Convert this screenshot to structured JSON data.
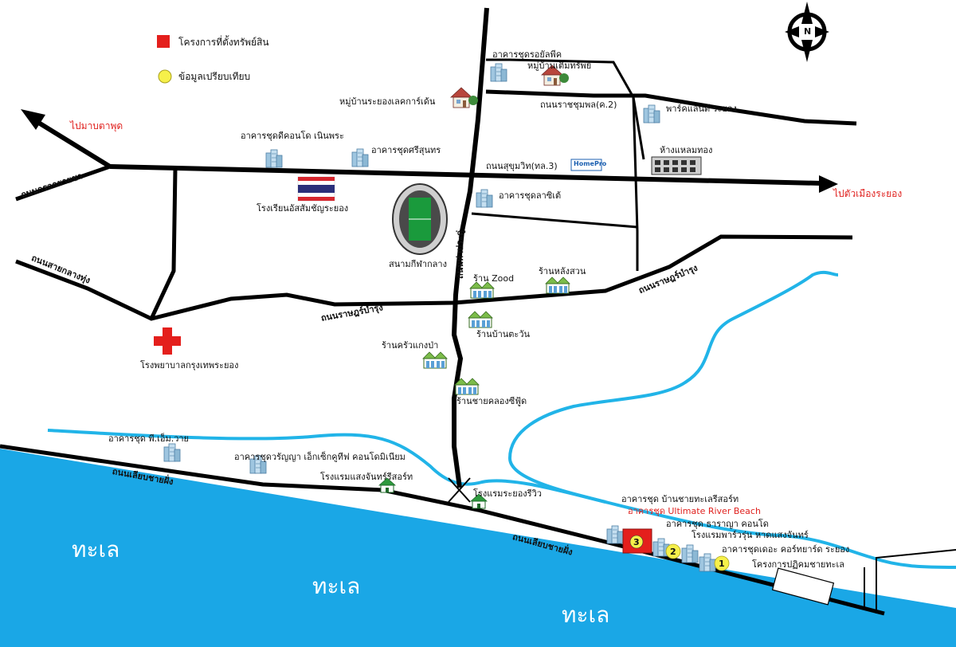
{
  "legend": {
    "project_label": "โครงการที่ตั้งทรัพย์สิน",
    "compare_label": "ข้อมูลเปรียบเทียบ"
  },
  "compass": {
    "letter": "N"
  },
  "directions": {
    "to_map_ta_phut": "ไปมาบตาพุด",
    "to_rayong_city": "ไปตัวเมืองระยอง"
  },
  "roads": {
    "kron_kayasa": "ถนนกรอกยายชา",
    "sai_klang_thung": "ถนนสายกลางทุ่ง",
    "ratchumphon": "ถนนราชชุมพล(ค.2)",
    "sukhumvit": "ถนนสุขุมวิท(ทล.3)",
    "tha_pradu": "ถนนท่าประดู่",
    "ratbamrung_west": "ถนนราษฎร์บำรุง",
    "ratbamrung_east": "ถนนราษฎร์บำรุง",
    "coastal_west": "ถนนเลียบชายฝั่ง",
    "coastal_east": "ถนนเลียบชายฝั่ง"
  },
  "sea": {
    "label_1": "ทะเล",
    "label_2": "ทะเล",
    "label_3": "ทะเล"
  },
  "places": {
    "condo_arun_pik": "อาคารชุดรอยัลพีค",
    "village_toem_sap": "หมู่บ้านเติมทรัพย์",
    "village_lake_garden": "หมู่บ้านระยองเลคการ์เด้น",
    "park_land": "พาร์คแลนด์ ระยอง",
    "condo_dd_noen_phra": "อาคารชุดดีคอนโด เนินพระ",
    "condo_sri_sunthon": "อาคารชุดศรีสุนทร",
    "homepro": "HomePro",
    "laem_thong": "ห้างแหลมทอง",
    "school_assumption": "โรงเรียนอัสสัมชัญระยอง",
    "condo_lasidee": "อาคารชุดลาซิเต้",
    "stadium": "สนามกีฬากลาง",
    "zood": "ร้าน Zood",
    "lang_suan": "ร้านหลังสวน",
    "ban_tawan": "ร้านบ้านตะวัน",
    "krua_kaeng_pa": "ร้านครัวแกงป่า",
    "sai_khlong": "ร้านชายคลองซีฟู้ด",
    "hospital": "โรงพยาบาลกรุงเทพระยอง",
    "condo_pm_rayong": "อาคารชุด พี.เอ็ม.วาย",
    "condo_wanya": "อาคารชุดวรัญญา เอ็กเซ็กคูทีฟ คอนโดมิเนียม",
    "hotel_saeng_chan": "โรงแรมแสงจันทร์รีสอร์ท",
    "hotel_rayong_view": "โรงแรมระยองรีวิว",
    "condo_ban_chai_thale": "อาคารชุด บ้านชายทะเลรีสอร์ท",
    "condo_ultimate": "อาคารชุด Ultimate River Beach",
    "condo_tarana": "อาคารชุด ธาราญา คอนโด",
    "hotel_phawarun": "โรงแรมพาร์วรุ่น หาดแสงจันทร์",
    "condo_the_courtyard": "อาคารชุดเดอะ คอร์ทยาร์ด ระยอง",
    "project_reclaim": "โครงการปฏิคมชายทะเล"
  },
  "markers": {
    "m1": "1",
    "m2": "2",
    "m3": "3"
  },
  "colors": {
    "sea": "#1aa7e6",
    "river": "#21b4e8",
    "road": "#000000",
    "project_red": "#e41f1c",
    "compare_yellow": "#f6f04a",
    "direction_red": "#e0221f"
  },
  "icons": {
    "condo": "condo-building-icon",
    "house": "house-icon",
    "shop": "shop-icon",
    "hospital": "hospital-cross-icon",
    "flag": "thai-flag-icon",
    "stadium": "stadium-icon",
    "mall": "department-store-icon"
  }
}
